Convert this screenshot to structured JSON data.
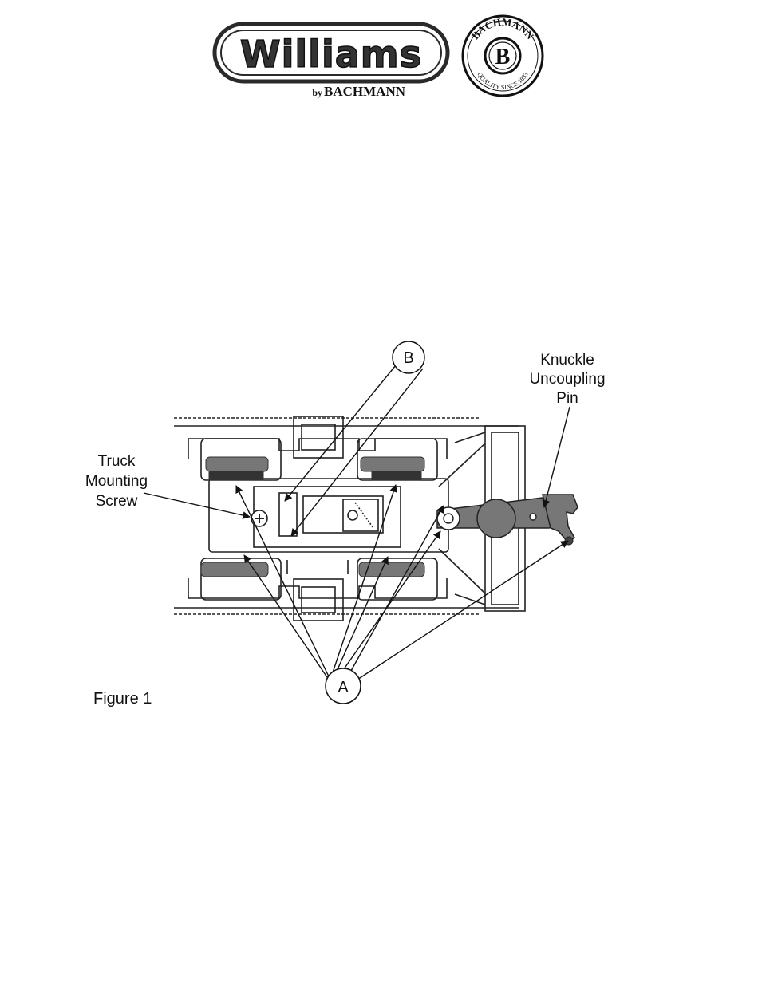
{
  "header": {
    "brand": "Williams",
    "brand_sub_prefix": "by",
    "brand_sub": "BACHMANN",
    "seal_top": "BACHMANN",
    "seal_center": "B",
    "seal_bottom": "QUALITY SINCE 1833"
  },
  "figure": {
    "caption": "Figure 1",
    "callout_a": "A",
    "callout_b": "B",
    "knuckle_label": [
      "Knuckle",
      "Uncoupling",
      "Pin"
    ],
    "truck_label": [
      "Truck",
      "Mounting",
      "Screw"
    ]
  }
}
